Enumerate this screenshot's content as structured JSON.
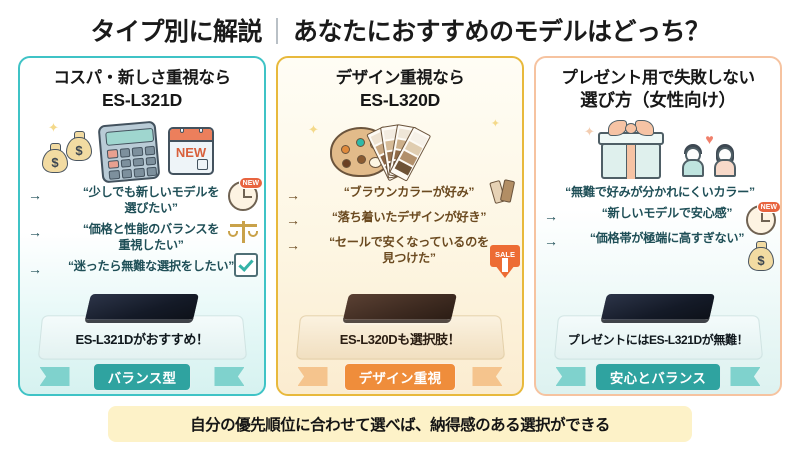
{
  "title": {
    "left": "タイプ別に解説",
    "right": "あなたにおすすめのモデルはどっち？"
  },
  "cards": [
    {
      "theme": "teal",
      "accent": "#3fc3c6",
      "heading_line1": "コスパ・新しさ重視なら",
      "heading_line2": "ES-L321D",
      "icons": [
        "money-bag-icon",
        "money-bag-icon",
        "calculator-icon",
        "new-calendar-icon"
      ],
      "bullets": [
        {
          "arrow": "→",
          "text": "“少しでも新しいモデルを\n選びたい”",
          "badge": "clock-new-icon"
        },
        {
          "arrow": "→",
          "text": "“価格と性能のバランスを\n重視したい”",
          "badge": "balance-scale-icon"
        },
        {
          "arrow": "→",
          "text": "“迷ったら無難な選択をしたい”",
          "badge": "checkbox-check-icon"
        }
      ],
      "product_color": "navy",
      "product_label": "ES-L321Dがおすすめ！",
      "ribbon": "バランス型",
      "ribbon_color": "#2fa3a0"
    },
    {
      "theme": "gold",
      "accent": "#e8b93c",
      "heading_line1": "デザイン重視なら",
      "heading_line2": "ES-L320D",
      "icons": [
        "paint-palette-icon",
        "color-swatch-fan-icon"
      ],
      "bullets": [
        {
          "arrow": "→",
          "text": "“ブラウンカラーが好み”",
          "badge": "swatch-fan-icon"
        },
        {
          "arrow": "→",
          "text": "“落ち着いたデザインが好き”",
          "badge": ""
        },
        {
          "arrow": "→",
          "text": "“セールで安くなっているのを\n見つけた”",
          "badge": "sale-tag-icon"
        }
      ],
      "product_color": "brown",
      "product_label": "ES-L320Dも選択肢！",
      "ribbon": "デザイン重視",
      "ribbon_color": "#ef8d3b"
    },
    {
      "theme": "peach",
      "accent": "#f6c3a0",
      "heading_line1": "プレゼント用で失敗しない",
      "heading_line2": "選び方（女性向け）",
      "icons": [
        "gift-box-icon",
        "couple-icon",
        "heart-icon"
      ],
      "bullets": [
        {
          "arrow": "",
          "text": "“無難で好みが分かれにくいカラー”",
          "badge": ""
        },
        {
          "arrow": "→",
          "text": "“新しいモデルで安心感”",
          "badge": "clock-new-icon"
        },
        {
          "arrow": "→",
          "text": "“価格帯が極端に高すぎない”",
          "badge": "money-bag-icon"
        }
      ],
      "product_color": "navy",
      "product_label": "プレゼントにはES-L321Dが無難！",
      "ribbon": "安心とバランス",
      "ribbon_color": "#2fa3a0"
    }
  ],
  "footer": {
    "text": "自分の優先順位に合わせて選べば、納得感のある選択ができる",
    "background": "#fdf2c8"
  }
}
